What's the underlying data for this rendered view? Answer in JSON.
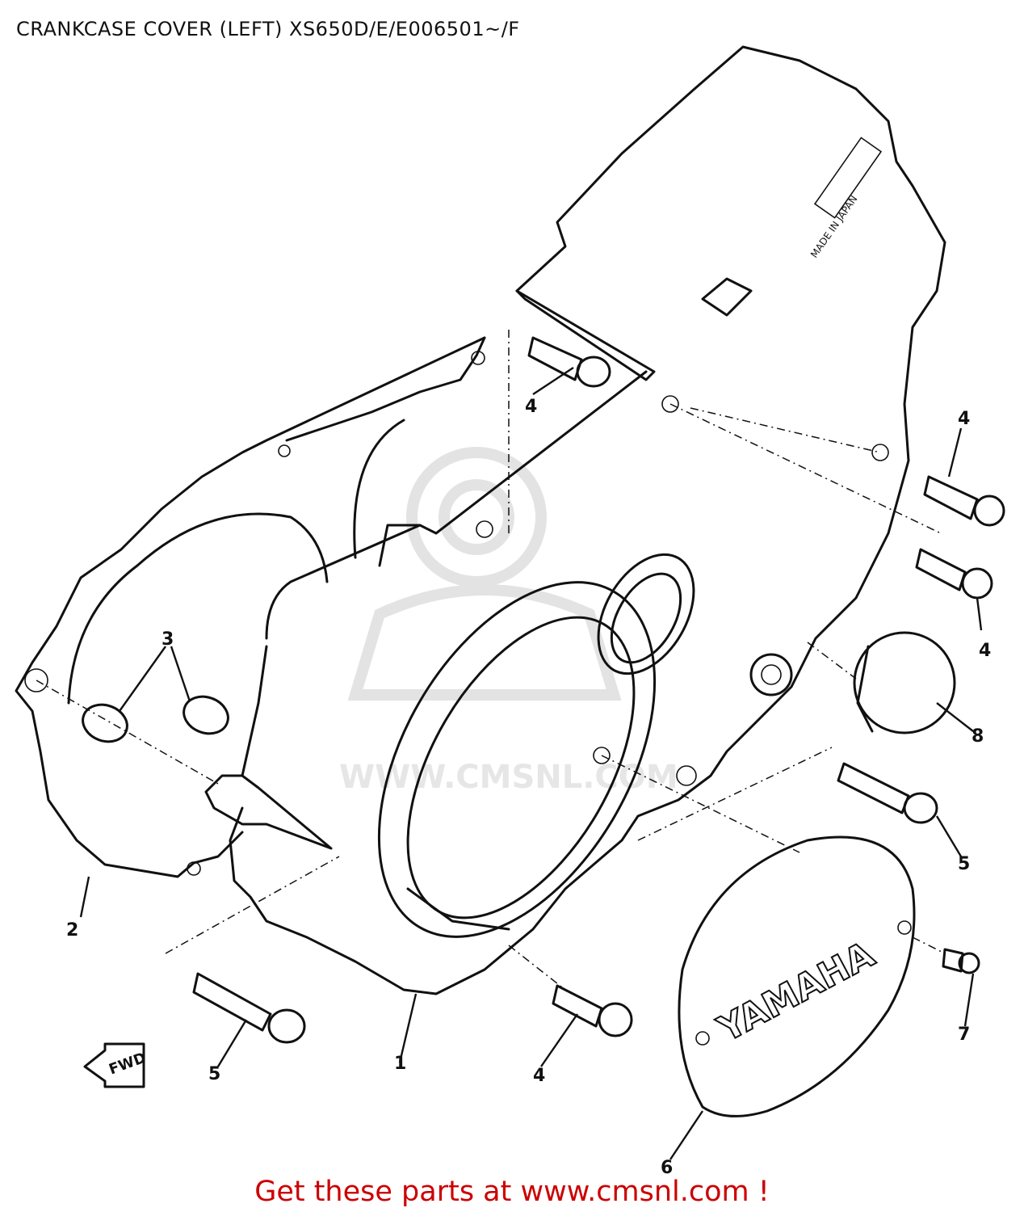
{
  "title": "CRANKCASE COVER (LEFT) XS650D/E/E006501~/F",
  "watermark": {
    "text": "WWW.CMSNL.COM",
    "logo": "CMS"
  },
  "embossed": {
    "made_in_japan": "MADE IN JAPAN",
    "brand": "YAMAHA",
    "fwd": "FWD"
  },
  "callouts": {
    "c1": "1",
    "c2": "2",
    "c3": "3",
    "c4a": "4",
    "c4b": "4",
    "c4c": "4",
    "c4d": "4",
    "c5a": "5",
    "c5b": "5",
    "c6": "6",
    "c7": "7",
    "c8": "8"
  },
  "footer": "Get these parts at www.cmsnl.com !",
  "colors": {
    "footer": "#cc0000",
    "lines": "#111111",
    "watermark": "#e3e3e3"
  }
}
